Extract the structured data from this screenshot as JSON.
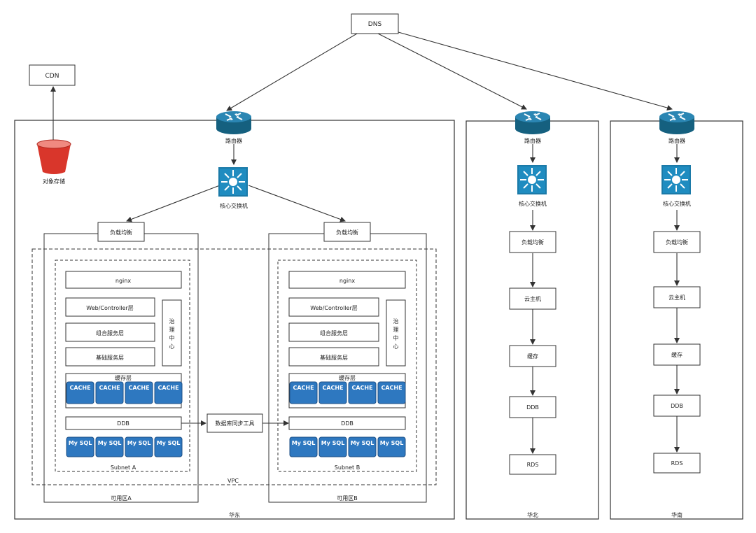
{
  "nodes": {
    "dns": "DNS",
    "cdn": "CDN",
    "object_storage": "对象存储",
    "router": "路由器",
    "core_switch": "核心交换机",
    "load_balancer": "负载均衡",
    "db_sync_tool": "数据库同步工具",
    "cloud_host": "云主机",
    "cache": "缓存",
    "ddb": "DDB",
    "rds": "RDS"
  },
  "subnet_layers": {
    "nginx": "nginx",
    "web_controller": "Web/Controller层",
    "composite_service": "组合服务层",
    "base_service": "基础服务层",
    "governance": [
      "治",
      "理",
      "中",
      "心"
    ],
    "cache_layer": "缓存层",
    "cache_cell": "CACHE",
    "ddb": "DDB",
    "mysql_cell": "My SQL"
  },
  "regions": {
    "east": "华东",
    "north": "华北",
    "south": "华南"
  },
  "zones": {
    "a": "可用区A",
    "b": "可用区B"
  },
  "subnets": {
    "a": "Subnet A",
    "b": "Subnet B"
  },
  "vpc": "VPC",
  "colors": {
    "device_blue": "#1a6d96",
    "device_highlight": "#3b95c4",
    "cell_blue": "#2e78c0",
    "bucket_red": "#d9362b",
    "line": "#333333"
  }
}
